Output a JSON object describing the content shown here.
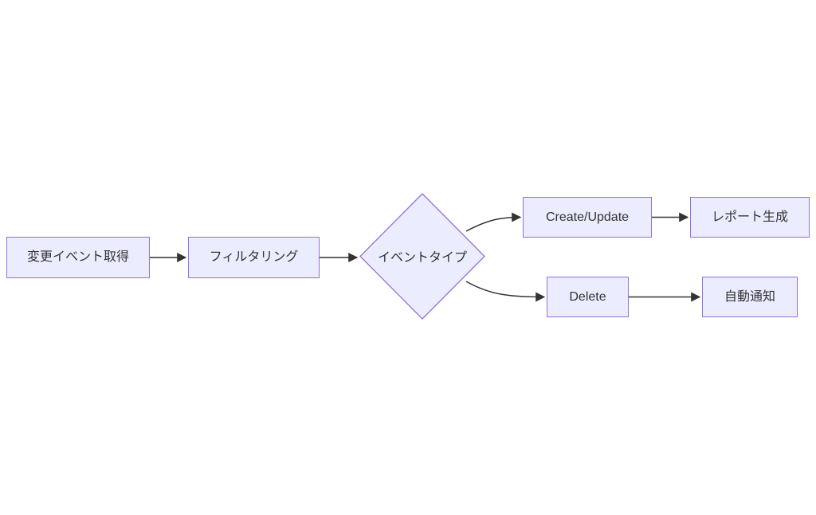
{
  "diagram": {
    "type": "flowchart",
    "direction": "LR",
    "nodes": [
      {
        "id": "fetch",
        "label": "変更イベント取得",
        "shape": "rectangle"
      },
      {
        "id": "filter",
        "label": "フィルタリング",
        "shape": "rectangle"
      },
      {
        "id": "event-type",
        "label": "イベントタイプ",
        "shape": "diamond"
      },
      {
        "id": "create-update",
        "label": "Create/Update",
        "shape": "rectangle"
      },
      {
        "id": "report",
        "label": "レポート生成",
        "shape": "rectangle"
      },
      {
        "id": "delete",
        "label": "Delete",
        "shape": "rectangle"
      },
      {
        "id": "notify",
        "label": "自動通知",
        "shape": "rectangle"
      }
    ],
    "edges": [
      {
        "from": "fetch",
        "to": "filter"
      },
      {
        "from": "filter",
        "to": "event-type"
      },
      {
        "from": "event-type",
        "to": "create-update"
      },
      {
        "from": "create-update",
        "to": "report"
      },
      {
        "from": "event-type",
        "to": "delete"
      },
      {
        "from": "delete",
        "to": "notify"
      }
    ],
    "colors": {
      "node_fill": "#ECECFF",
      "node_border": "#9370DB",
      "text": "#333333",
      "edge": "#333333",
      "background": "#FFFFFF"
    }
  }
}
